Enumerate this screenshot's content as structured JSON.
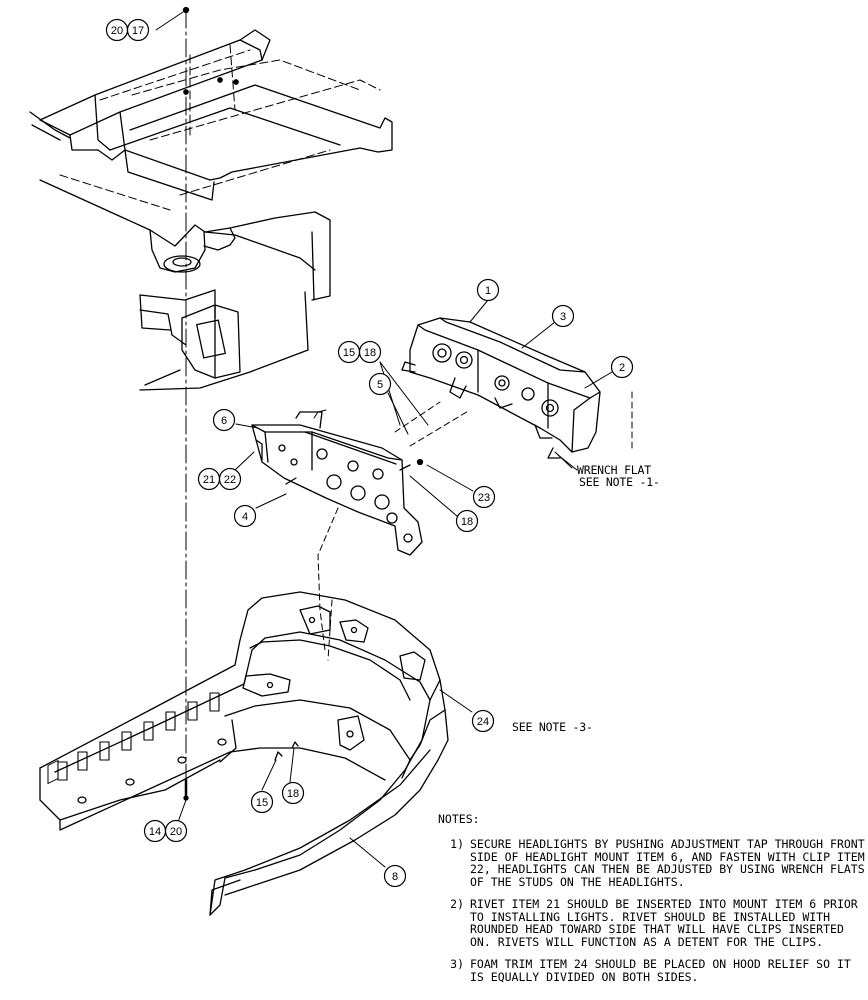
{
  "callouts": {
    "c20a": "20",
    "c17": "17",
    "c1": "1",
    "c3": "3",
    "c2": "2",
    "c15a": "15",
    "c18a": "18",
    "c5": "5",
    "c6": "6",
    "c21": "21",
    "c22": "22",
    "c4": "4",
    "c23": "23",
    "c18b": "18",
    "c24": "24",
    "c15b": "15",
    "c18c": "18",
    "c14": "14",
    "c20b": "20",
    "c8": "8"
  },
  "labels": {
    "wrench_line1": "WRENCH FLAT",
    "wrench_line2": "SEE NOTE -1-",
    "see_note_3": "SEE NOTE -3-"
  },
  "notes": {
    "header": "NOTES:",
    "items": [
      {
        "num": "1)",
        "text": "SECURE HEADLIGHTS BY PUSHING ADJUSTMENT TAP THROUGH FRONT SIDE OF HEADLIGHT MOUNT ITEM 6, AND FASTEN WITH CLIP ITEM 22, HEADLIGHTS CAN THEN BE ADJUSTED BY USING WRENCH FLATS OF THE STUDS ON THE HEADLIGHTS."
      },
      {
        "num": "2)",
        "text": "RIVET ITEM 21 SHOULD BE INSERTED INTO MOUNT ITEM 6 PRIOR TO INSTALLING LIGHTS.  RIVET SHOULD BE INSTALLED WITH ROUNDED HEAD TOWARD SIDE THAT WILL HAVE CLIPS INSERTED ON. RIVETS WILL FUNCTION AS A DETENT FOR THE CLIPS."
      },
      {
        "num": "3)",
        "text": "FOAM TRIM ITEM 24 SHOULD BE PLACED ON HOOD RELIEF SO IT IS EQUALLY DIVIDED ON BOTH SIDES."
      }
    ]
  }
}
